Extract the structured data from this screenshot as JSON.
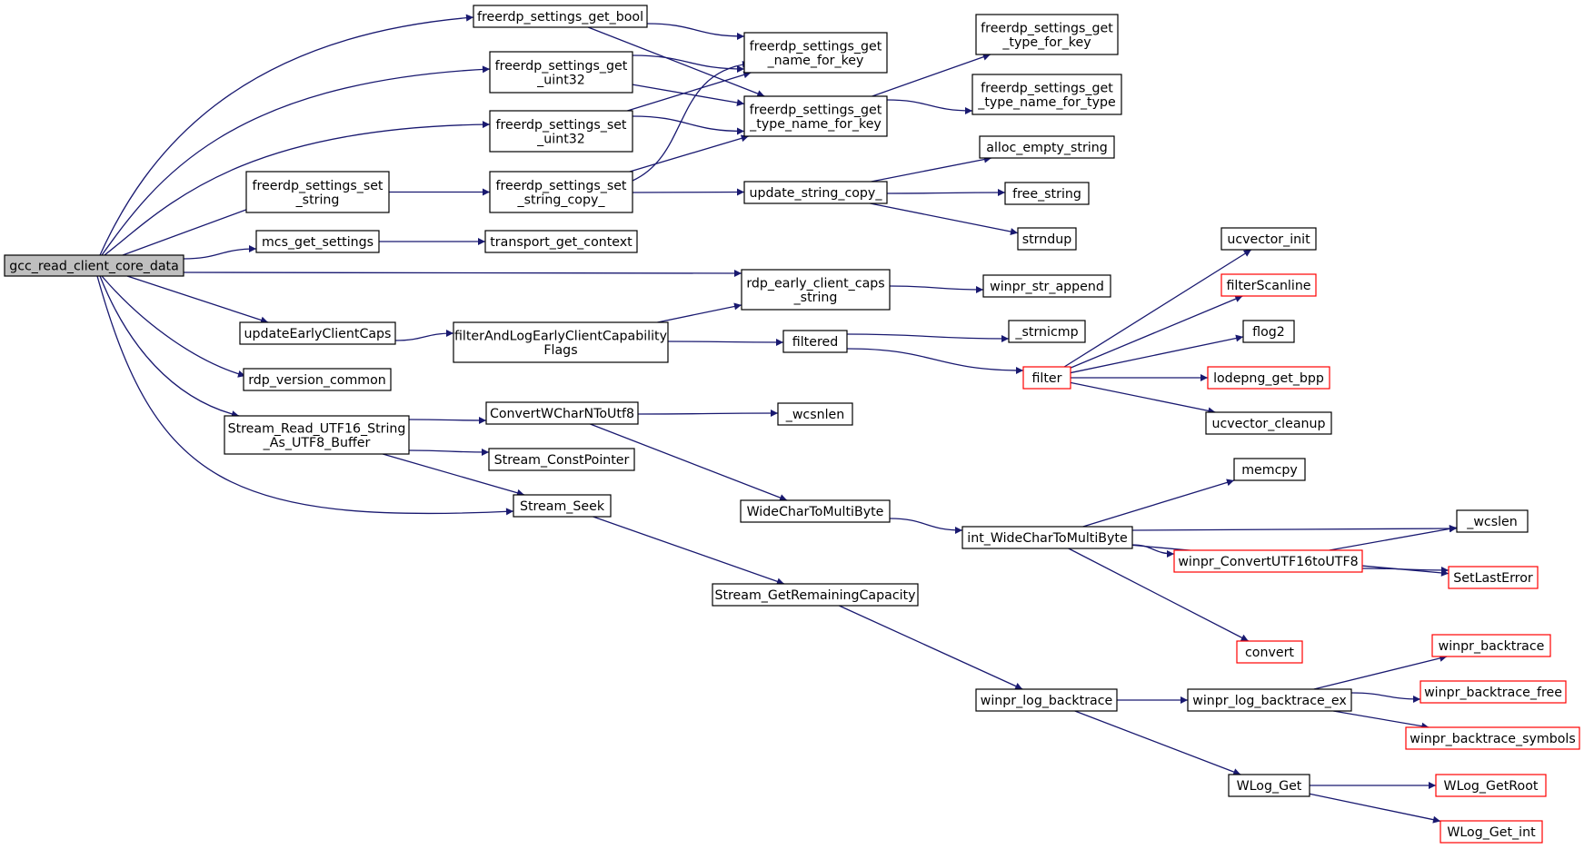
{
  "colors": {
    "edge": "#191970",
    "node_border": "#000000",
    "node_border_truncated": "#ff0000",
    "root_fill": "#bfbfbf",
    "node_fill": "#ffffff"
  },
  "nodes": [
    {
      "id": "gcc",
      "lines": [
        "gcc_read_client_core_data"
      ],
      "style": "root"
    },
    {
      "id": "get_bool",
      "lines": [
        "freerdp_settings_get_bool"
      ],
      "style": "normal"
    },
    {
      "id": "get_uint32",
      "lines": [
        "freerdp_settings_get",
        "_uint32"
      ],
      "style": "normal"
    },
    {
      "id": "set_uint32",
      "lines": [
        "freerdp_settings_set",
        "_uint32"
      ],
      "style": "normal"
    },
    {
      "id": "set_string",
      "lines": [
        "freerdp_settings_set",
        "_string"
      ],
      "style": "normal"
    },
    {
      "id": "set_string_copy",
      "lines": [
        "freerdp_settings_set",
        "_string_copy_"
      ],
      "style": "normal"
    },
    {
      "id": "get_name_for_key",
      "lines": [
        "freerdp_settings_get",
        "_name_for_key"
      ],
      "style": "normal"
    },
    {
      "id": "get_type_name_for_key",
      "lines": [
        "freerdp_settings_get",
        "_type_name_for_key"
      ],
      "style": "normal"
    },
    {
      "id": "get_type_for_key",
      "lines": [
        "freerdp_settings_get",
        "_type_for_key"
      ],
      "style": "normal"
    },
    {
      "id": "get_type_name_for_type",
      "lines": [
        "freerdp_settings_get",
        "_type_name_for_type"
      ],
      "style": "normal"
    },
    {
      "id": "update_string_copy",
      "lines": [
        "update_string_copy_"
      ],
      "style": "normal"
    },
    {
      "id": "alloc_empty_string",
      "lines": [
        "alloc_empty_string"
      ],
      "style": "normal"
    },
    {
      "id": "free_string",
      "lines": [
        "free_string"
      ],
      "style": "normal"
    },
    {
      "id": "strndup",
      "lines": [
        "strndup"
      ],
      "style": "normal"
    },
    {
      "id": "mcs_get_settings",
      "lines": [
        "mcs_get_settings"
      ],
      "style": "normal"
    },
    {
      "id": "transport_get_context",
      "lines": [
        "transport_get_context"
      ],
      "style": "normal"
    },
    {
      "id": "rdp_early_client_caps_string",
      "lines": [
        "rdp_early_client_caps",
        "_string"
      ],
      "style": "normal"
    },
    {
      "id": "winpr_str_append",
      "lines": [
        "winpr_str_append"
      ],
      "style": "normal"
    },
    {
      "id": "updateEarlyClientCaps",
      "lines": [
        "updateEarlyClientCaps"
      ],
      "style": "normal"
    },
    {
      "id": "filterAndLog",
      "lines": [
        "filterAndLogEarlyClientCapability",
        "Flags"
      ],
      "style": "normal"
    },
    {
      "id": "filtered",
      "lines": [
        "filtered"
      ],
      "style": "normal"
    },
    {
      "id": "strnicmp",
      "lines": [
        "_strnicmp"
      ],
      "style": "normal"
    },
    {
      "id": "filter",
      "lines": [
        "filter"
      ],
      "style": "truncated"
    },
    {
      "id": "ucvector_init",
      "lines": [
        "ucvector_init"
      ],
      "style": "normal"
    },
    {
      "id": "filterScanline",
      "lines": [
        "filterScanline"
      ],
      "style": "truncated"
    },
    {
      "id": "flog2",
      "lines": [
        "flog2"
      ],
      "style": "normal"
    },
    {
      "id": "lodepng_get_bpp",
      "lines": [
        "lodepng_get_bpp"
      ],
      "style": "truncated"
    },
    {
      "id": "ucvector_cleanup",
      "lines": [
        "ucvector_cleanup"
      ],
      "style": "normal"
    },
    {
      "id": "rdp_version_common",
      "lines": [
        "rdp_version_common"
      ],
      "style": "normal"
    },
    {
      "id": "stream_read_utf16",
      "lines": [
        "Stream_Read_UTF16_String",
        "_As_UTF8_Buffer"
      ],
      "style": "normal"
    },
    {
      "id": "ConvertWCharNToUtf8",
      "lines": [
        "ConvertWCharNToUtf8"
      ],
      "style": "normal"
    },
    {
      "id": "wcsnlen",
      "lines": [
        "_wcsnlen"
      ],
      "style": "normal"
    },
    {
      "id": "Stream_ConstPointer",
      "lines": [
        "Stream_ConstPointer"
      ],
      "style": "normal"
    },
    {
      "id": "Stream_Seek",
      "lines": [
        "Stream_Seek"
      ],
      "style": "normal"
    },
    {
      "id": "WideCharToMultiByte",
      "lines": [
        "WideCharToMultiByte"
      ],
      "style": "normal"
    },
    {
      "id": "int_WideCharToMultiByte",
      "lines": [
        "int_WideCharToMultiByte"
      ],
      "style": "normal"
    },
    {
      "id": "memcpy",
      "lines": [
        "memcpy"
      ],
      "style": "normal"
    },
    {
      "id": "wcslen",
      "lines": [
        "_wcslen"
      ],
      "style": "normal"
    },
    {
      "id": "winpr_ConvertUTF16toUTF8",
      "lines": [
        "winpr_ConvertUTF16toUTF8"
      ],
      "style": "truncated"
    },
    {
      "id": "SetLastError",
      "lines": [
        "SetLastError"
      ],
      "style": "truncated"
    },
    {
      "id": "convert",
      "lines": [
        "convert"
      ],
      "style": "truncated"
    },
    {
      "id": "Stream_GetRemainingCapacity",
      "lines": [
        "Stream_GetRemainingCapacity"
      ],
      "style": "normal"
    },
    {
      "id": "winpr_log_backtrace",
      "lines": [
        "winpr_log_backtrace"
      ],
      "style": "normal"
    },
    {
      "id": "winpr_log_backtrace_ex",
      "lines": [
        "winpr_log_backtrace_ex"
      ],
      "style": "normal"
    },
    {
      "id": "winpr_backtrace",
      "lines": [
        "winpr_backtrace"
      ],
      "style": "truncated"
    },
    {
      "id": "winpr_backtrace_free",
      "lines": [
        "winpr_backtrace_free"
      ],
      "style": "truncated"
    },
    {
      "id": "winpr_backtrace_symbols",
      "lines": [
        "winpr_backtrace_symbols"
      ],
      "style": "truncated"
    },
    {
      "id": "WLog_Get",
      "lines": [
        "WLog_Get"
      ],
      "style": "normal"
    },
    {
      "id": "WLog_GetRoot",
      "lines": [
        "WLog_GetRoot"
      ],
      "style": "truncated"
    },
    {
      "id": "WLog_Get_int",
      "lines": [
        "WLog_Get_int"
      ],
      "style": "truncated"
    }
  ],
  "edges": [
    [
      "gcc",
      "get_bool"
    ],
    [
      "gcc",
      "get_uint32"
    ],
    [
      "gcc",
      "set_uint32"
    ],
    [
      "gcc",
      "set_string"
    ],
    [
      "gcc",
      "mcs_get_settings"
    ],
    [
      "gcc",
      "rdp_early_client_caps_string"
    ],
    [
      "gcc",
      "updateEarlyClientCaps"
    ],
    [
      "gcc",
      "rdp_version_common"
    ],
    [
      "gcc",
      "stream_read_utf16"
    ],
    [
      "gcc",
      "Stream_Seek"
    ],
    [
      "get_bool",
      "get_name_for_key"
    ],
    [
      "get_bool",
      "get_type_name_for_key"
    ],
    [
      "get_uint32",
      "get_name_for_key"
    ],
    [
      "get_uint32",
      "get_type_name_for_key"
    ],
    [
      "set_uint32",
      "get_name_for_key"
    ],
    [
      "set_uint32",
      "get_type_name_for_key"
    ],
    [
      "set_string",
      "set_string_copy"
    ],
    [
      "set_string_copy",
      "get_name_for_key"
    ],
    [
      "set_string_copy",
      "get_type_name_for_key"
    ],
    [
      "set_string_copy",
      "update_string_copy"
    ],
    [
      "get_type_name_for_key",
      "get_type_for_key"
    ],
    [
      "get_type_name_for_key",
      "get_type_name_for_type"
    ],
    [
      "update_string_copy",
      "alloc_empty_string"
    ],
    [
      "update_string_copy",
      "free_string"
    ],
    [
      "update_string_copy",
      "strndup"
    ],
    [
      "mcs_get_settings",
      "transport_get_context"
    ],
    [
      "rdp_early_client_caps_string",
      "winpr_str_append"
    ],
    [
      "updateEarlyClientCaps",
      "filterAndLog"
    ],
    [
      "filterAndLog",
      "rdp_early_client_caps_string"
    ],
    [
      "filterAndLog",
      "filtered"
    ],
    [
      "filtered",
      "strnicmp"
    ],
    [
      "filtered",
      "filter"
    ],
    [
      "filter",
      "ucvector_init"
    ],
    [
      "filter",
      "filterScanline"
    ],
    [
      "filter",
      "flog2"
    ],
    [
      "filter",
      "lodepng_get_bpp"
    ],
    [
      "filter",
      "ucvector_cleanup"
    ],
    [
      "stream_read_utf16",
      "ConvertWCharNToUtf8"
    ],
    [
      "stream_read_utf16",
      "Stream_ConstPointer"
    ],
    [
      "stream_read_utf16",
      "Stream_Seek"
    ],
    [
      "ConvertWCharNToUtf8",
      "wcsnlen"
    ],
    [
      "ConvertWCharNToUtf8",
      "WideCharToMultiByte"
    ],
    [
      "WideCharToMultiByte",
      "int_WideCharToMultiByte"
    ],
    [
      "int_WideCharToMultiByte",
      "memcpy"
    ],
    [
      "int_WideCharToMultiByte",
      "wcslen"
    ],
    [
      "int_WideCharToMultiByte",
      "winpr_ConvertUTF16toUTF8"
    ],
    [
      "int_WideCharToMultiByte",
      "SetLastError"
    ],
    [
      "int_WideCharToMultiByte",
      "convert"
    ],
    [
      "winpr_ConvertUTF16toUTF8",
      "wcslen"
    ],
    [
      "winpr_ConvertUTF16toUTF8",
      "SetLastError"
    ],
    [
      "Stream_Seek",
      "Stream_GetRemainingCapacity"
    ],
    [
      "Stream_GetRemainingCapacity",
      "winpr_log_backtrace"
    ],
    [
      "winpr_log_backtrace",
      "winpr_log_backtrace_ex"
    ],
    [
      "winpr_log_backtrace",
      "WLog_Get"
    ],
    [
      "winpr_log_backtrace_ex",
      "winpr_backtrace"
    ],
    [
      "winpr_log_backtrace_ex",
      "winpr_backtrace_free"
    ],
    [
      "winpr_log_backtrace_ex",
      "winpr_backtrace_symbols"
    ],
    [
      "WLog_Get",
      "WLog_GetRoot"
    ],
    [
      "WLog_Get",
      "WLog_Get_int"
    ]
  ]
}
